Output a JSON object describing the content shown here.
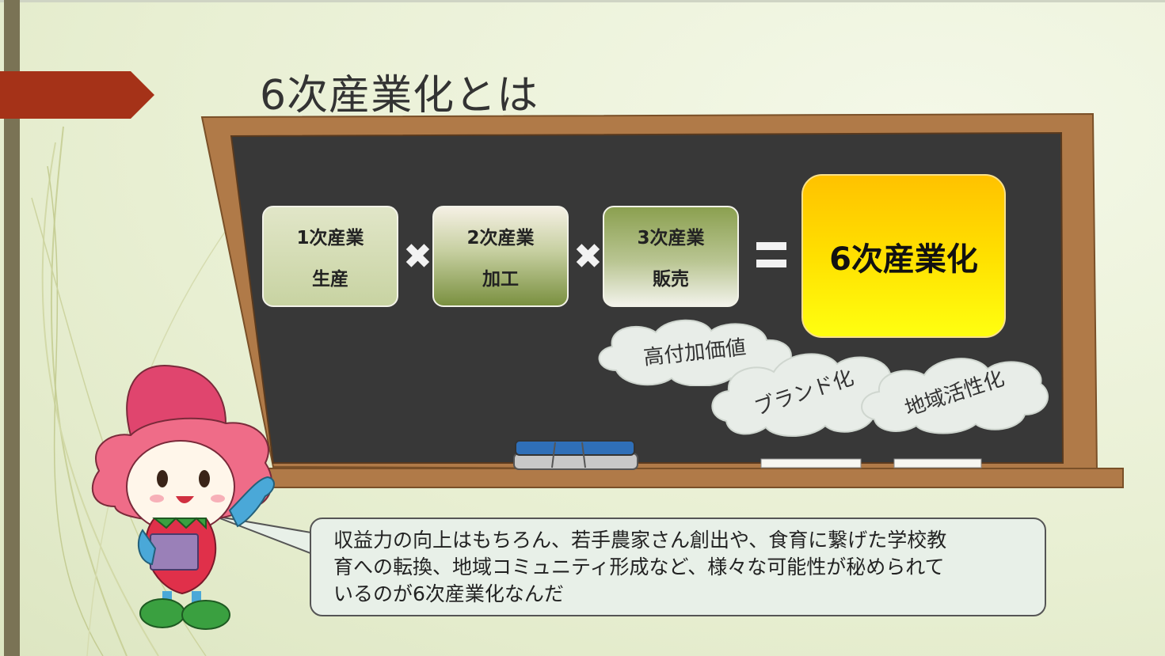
{
  "slide": {
    "title": "6次産業化とは"
  },
  "equation": {
    "boxes": [
      {
        "top": "1次産業",
        "bottom": "生産"
      },
      {
        "top": "2次産業",
        "bottom": "加工"
      },
      {
        "top": "3次産業",
        "bottom": "販売"
      }
    ],
    "times_symbol": "✖",
    "result": "6次産業化"
  },
  "clouds": [
    {
      "label": "高付加価値"
    },
    {
      "label": "ブランド化"
    },
    {
      "label": "地域活性化"
    }
  ],
  "speech_bubble": {
    "line1": "収益力の向上はもちろん、若手農家さん創出や、食育に繋げた学校教",
    "line2": "育への転換、地域コミュニティ形成など、様々な可能性が秘められて",
    "line3": "いるのが6次産業化なんだ"
  },
  "colors": {
    "tag": "#a53218",
    "board_frame": "#b07a48",
    "chalkboard": "#383838",
    "result_fill": "#ffe000",
    "bubble_fill": "#e8f0e8"
  },
  "icons": {
    "mascot": "strawberry-mascot-icon",
    "eraser": "eraser-icon",
    "chalk": "chalk-icon"
  }
}
